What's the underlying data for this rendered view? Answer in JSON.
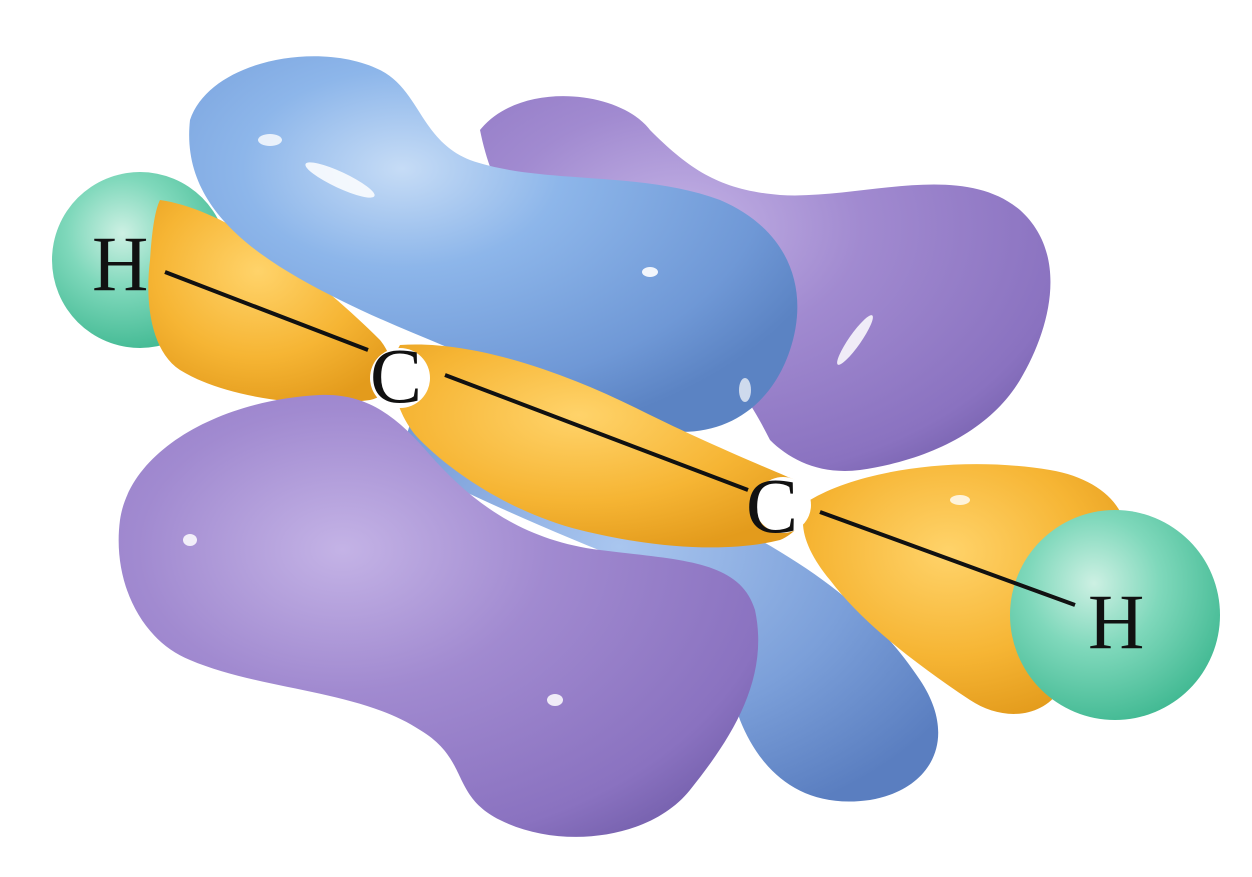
{
  "atoms": [
    {
      "id": "h1",
      "label": "H"
    },
    {
      "id": "c1",
      "label": "C"
    },
    {
      "id": "c2",
      "label": "C"
    },
    {
      "id": "h2",
      "label": "H"
    }
  ],
  "colors": {
    "pi_lobe_blue": "#7fa8e0",
    "pi_lobe_purple": "#9b84c9",
    "sigma_orbital": "#f5b330",
    "hydrogen_s": "#4ec9a4",
    "bond_line": "#111111",
    "background": "#ffffff"
  }
}
